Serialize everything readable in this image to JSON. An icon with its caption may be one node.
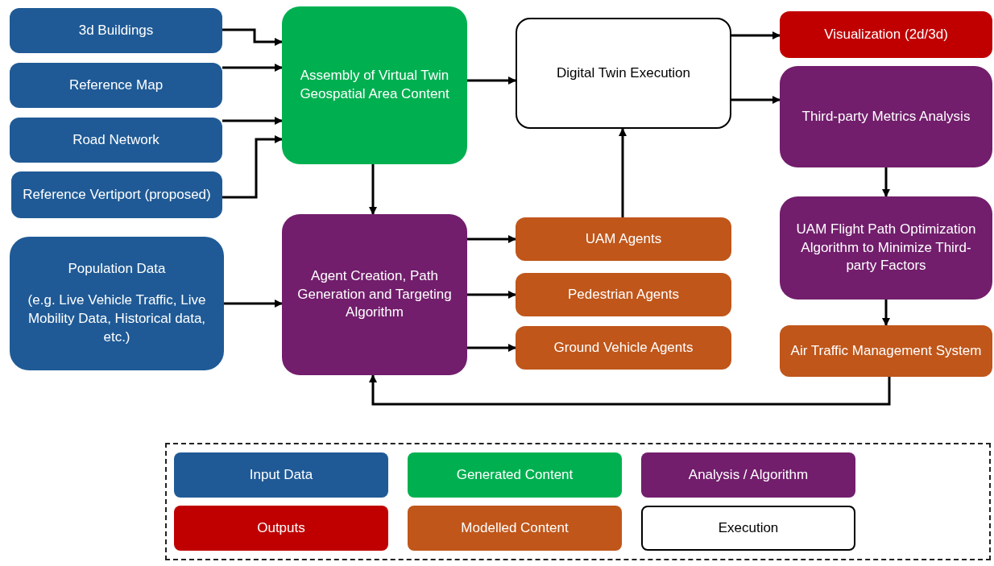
{
  "diagram": {
    "nodes": [
      {
        "text": [
          "3d Buildings"
        ]
      },
      {
        "text": [
          "Reference Map"
        ]
      },
      {
        "text": [
          "Road Network"
        ]
      },
      {
        "text": [
          "Reference Vertiport (proposed)"
        ]
      },
      {
        "text": [
          "Population Data",
          "(e.g. Live Vehicle Traffic, Live Mobility Data, Historical data,  etc.)"
        ]
      },
      {
        "text": [
          "Assembly of Virtual Twin Geospatial Area Content"
        ]
      },
      {
        "text": [
          "Digital Twin Execution"
        ]
      },
      {
        "text": [
          "Agent Creation, Path Generation and Targeting Algorithm"
        ]
      },
      {
        "text": [
          "UAM Agents"
        ]
      },
      {
        "text": [
          "Pedestrian Agents"
        ]
      },
      {
        "text": [
          "Ground Vehicle Agents"
        ]
      },
      {
        "text": [
          "Visualization (2d/3d)"
        ]
      },
      {
        "text": [
          "Third-party Metrics Analysis"
        ]
      },
      {
        "text": [
          "UAM Flight Path Optimization Algorithm to Minimize Third-party Factors"
        ]
      },
      {
        "text": [
          "Air Traffic Management System"
        ]
      }
    ],
    "edges": [
      {
        "from": 0,
        "to": 5,
        "arrow": "to"
      },
      {
        "from": 1,
        "to": 5,
        "arrow": "to"
      },
      {
        "from": 2,
        "to": 5,
        "arrow": "to"
      },
      {
        "from": 3,
        "to": 5,
        "arrow": "to"
      },
      {
        "from": 4,
        "to": 7,
        "arrow": "to"
      },
      {
        "from": 5,
        "to": 7,
        "arrow": "to"
      },
      {
        "from": 5,
        "to": 6,
        "arrow": "to"
      },
      {
        "from": 7,
        "to": 8,
        "arrow": "to"
      },
      {
        "from": 7,
        "to": 9,
        "arrow": "to"
      },
      {
        "from": 7,
        "to": 10,
        "arrow": "to"
      },
      {
        "from": 8,
        "to": 6,
        "arrow": "to"
      },
      {
        "from": 6,
        "to": 11,
        "arrow": "to"
      },
      {
        "from": 6,
        "to": 12,
        "arrow": "to"
      },
      {
        "from": 12,
        "to": 13,
        "arrow": "to"
      },
      {
        "from": 13,
        "to": 14,
        "arrow": "to"
      },
      {
        "from": 14,
        "to": 7,
        "arrow": "to"
      }
    ],
    "legend": [
      {
        "text": "Input Data",
        "color": "#1f5a96"
      },
      {
        "text": "Generated Content",
        "color": "#00b050"
      },
      {
        "text": "Analysis / Algorithm",
        "color": "#721e6c"
      },
      {
        "text": "Outputs",
        "color": "#c00000"
      },
      {
        "text": "Modelled Content",
        "color": "#c0561a"
      },
      {
        "text": "Execution",
        "color": "#ffffff"
      }
    ]
  }
}
